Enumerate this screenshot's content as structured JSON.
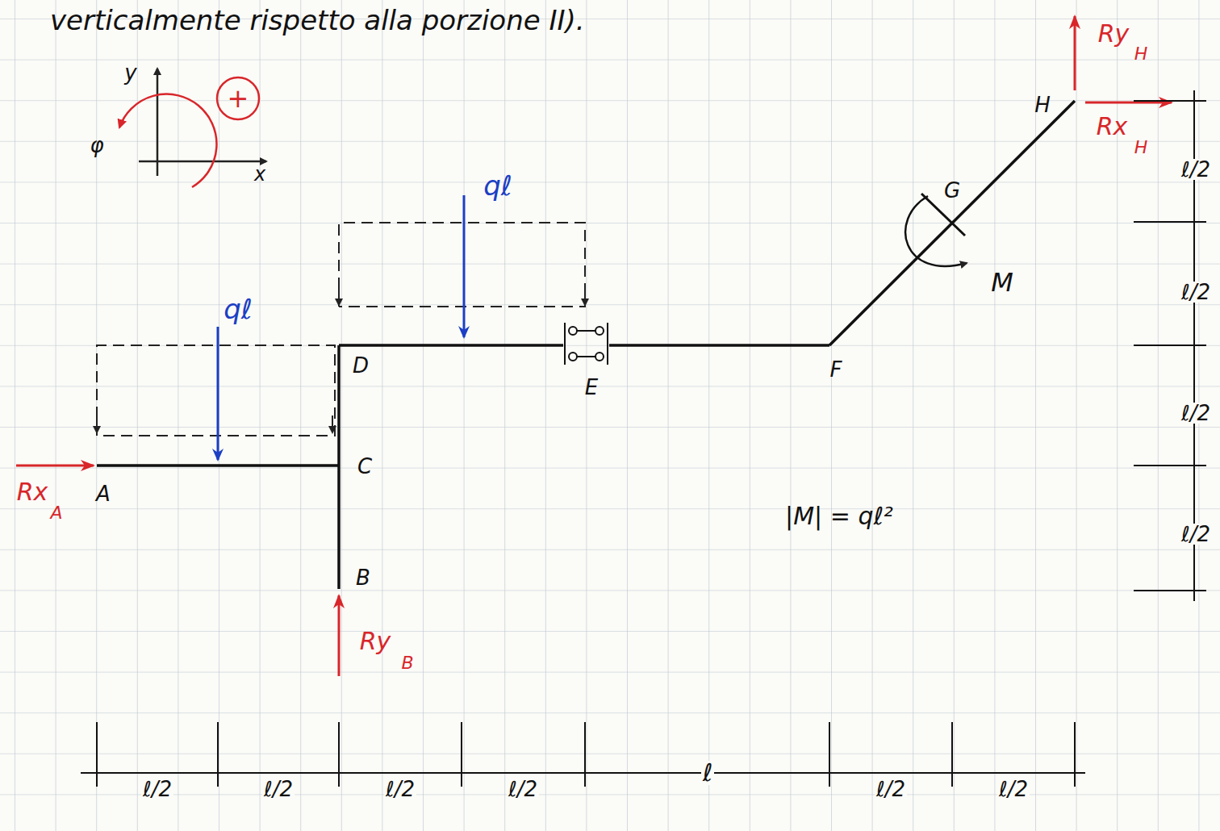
{
  "diagram": {
    "labels": [
      "verticalmente rispetto alla porzione II).",
      "y",
      "φ",
      "x",
      "+",
      "qℓ",
      "qℓ",
      "A",
      "B",
      "C",
      "D",
      "E",
      "F",
      "G",
      "H",
      "Rx",
      "A",
      "Ry",
      "B",
      "Ry",
      "H",
      "Rx",
      "H",
      "M",
      "|M| = qℓ²",
      "ℓ/2",
      "ℓ/2",
      "ℓ/2",
      "ℓ/2",
      "ℓ/2",
      "ℓ/2",
      "ℓ/2",
      "ℓ/2",
      "ℓ",
      "ℓ/2",
      "ℓ/2"
    ]
  }
}
